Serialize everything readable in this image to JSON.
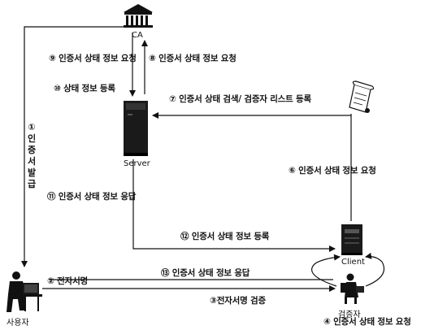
{
  "nodes": {
    "ca": "CA",
    "server": "Server",
    "client": "Client",
    "user": "사용자",
    "verifier": "검증자"
  },
  "steps": {
    "s1_num": "①",
    "s1_text": "인증서 발급",
    "s2": "② 전자서명",
    "s3": "③전자서명 검증",
    "s4": "④ 인증서 상태 정보 요청",
    "s6": "⑥ 인증서 상태 정보 요청",
    "s7": "⑦ 인증서 상태 검색/ 검증자 리스트 등록",
    "s8": "⑧ 인증서 상태 정보 요청",
    "s9": "⑨ 인증서 상태 정보 요청",
    "s10": "⑩ 상태 정보 등록",
    "s11": "⑪ 인증서 상태 정보 응답",
    "s12": "⑫ 인증서 상태 정보 등록",
    "s13": "⑬ 인증서 상태 정보 응답"
  },
  "icons": [
    "bank-icon",
    "server-tower-icon",
    "scroll-document-icon",
    "computer-icon",
    "person-at-desk-icon"
  ]
}
